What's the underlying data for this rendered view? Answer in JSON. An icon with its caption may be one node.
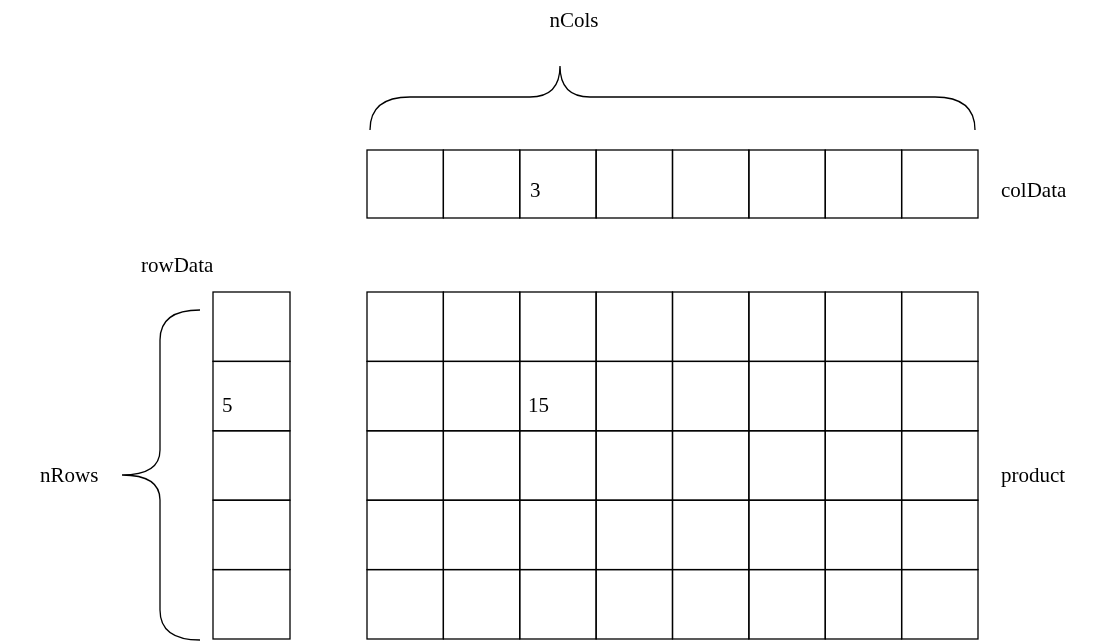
{
  "diagram": {
    "labels": [
      "nCols",
      "3",
      "colData",
      "rowData",
      "5",
      "15",
      "nRows",
      "product"
    ]
  }
}
